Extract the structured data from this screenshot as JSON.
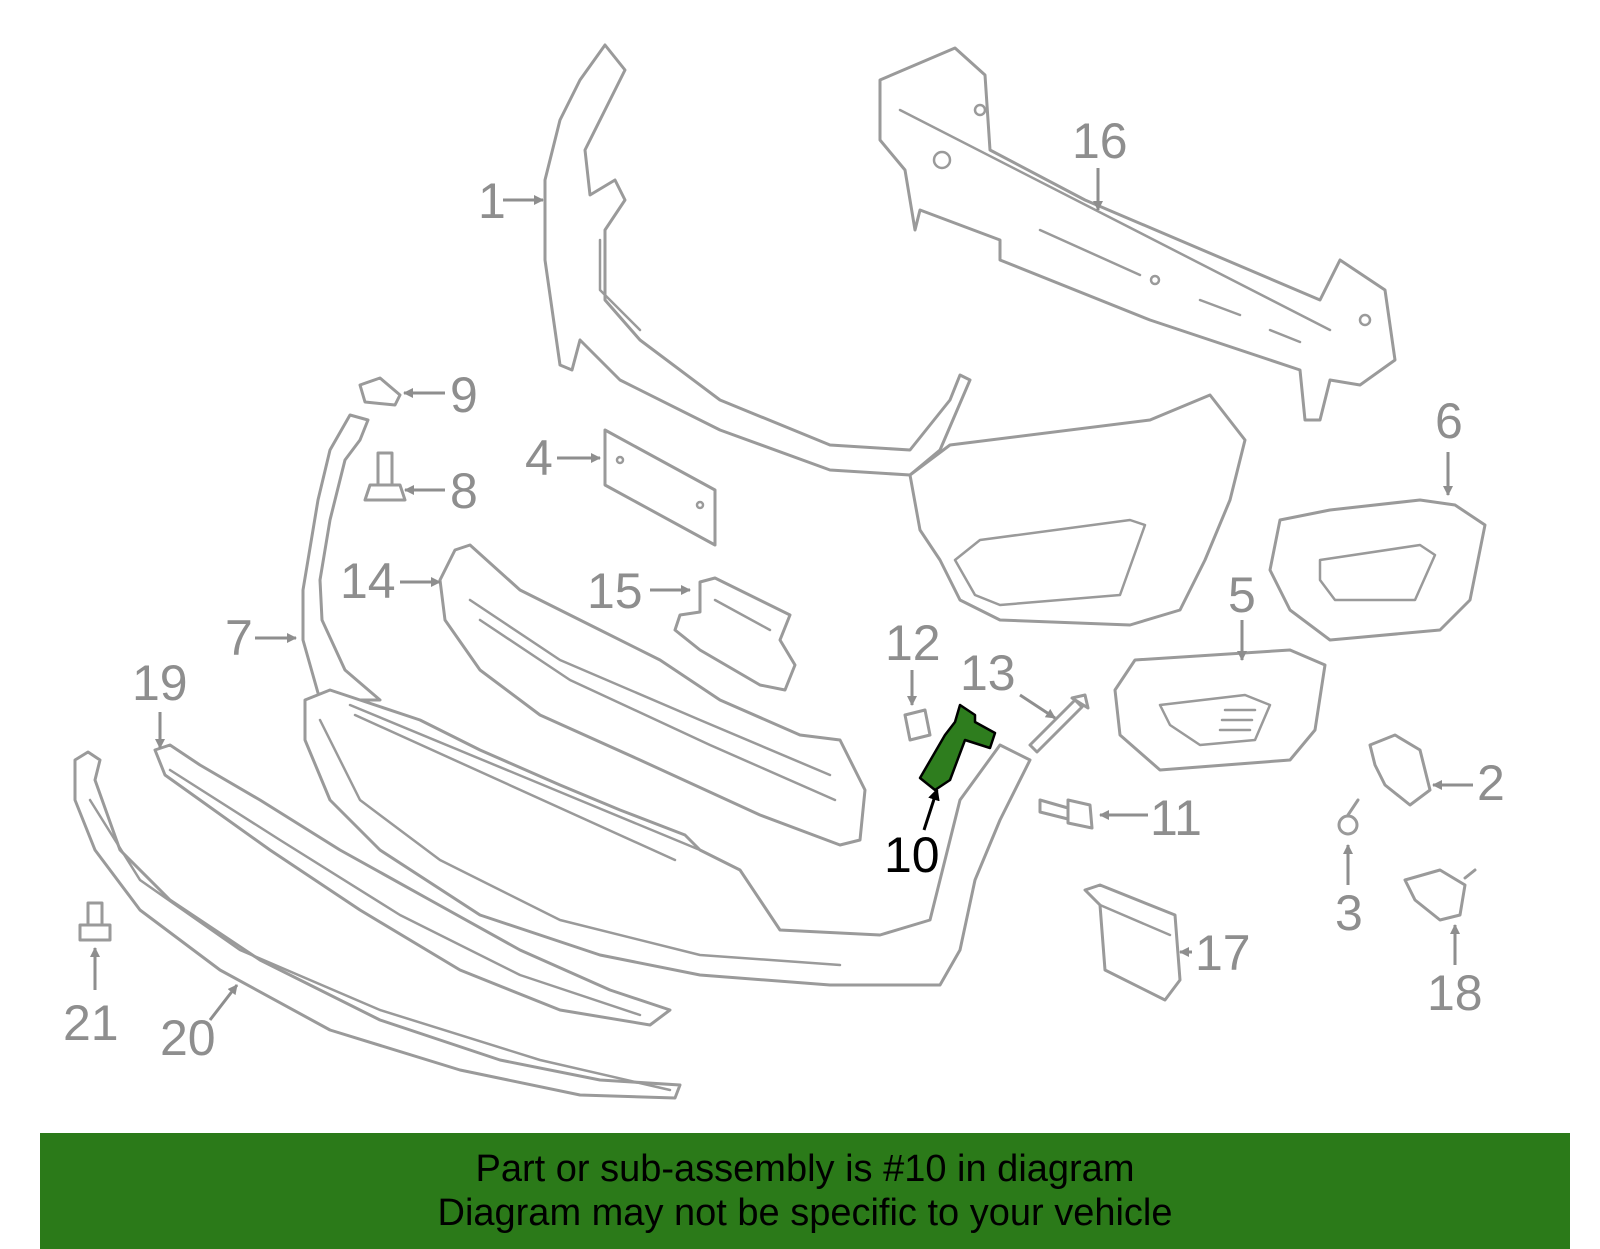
{
  "diagram": {
    "callouts": [
      {
        "id": "1",
        "label": "1"
      },
      {
        "id": "2",
        "label": "2"
      },
      {
        "id": "3",
        "label": "3"
      },
      {
        "id": "4",
        "label": "4"
      },
      {
        "id": "5",
        "label": "5"
      },
      {
        "id": "6",
        "label": "6"
      },
      {
        "id": "7",
        "label": "7"
      },
      {
        "id": "8",
        "label": "8"
      },
      {
        "id": "9",
        "label": "9"
      },
      {
        "id": "10",
        "label": "10",
        "highlighted": true
      },
      {
        "id": "11",
        "label": "11"
      },
      {
        "id": "12",
        "label": "12"
      },
      {
        "id": "13",
        "label": "13"
      },
      {
        "id": "14",
        "label": "14"
      },
      {
        "id": "15",
        "label": "15"
      },
      {
        "id": "16",
        "label": "16"
      },
      {
        "id": "17",
        "label": "17"
      },
      {
        "id": "18",
        "label": "18"
      },
      {
        "id": "19",
        "label": "19"
      },
      {
        "id": "20",
        "label": "20"
      },
      {
        "id": "21",
        "label": "21"
      }
    ],
    "highlight_color": "#2e7d1e",
    "line_color": "#9a9a9a"
  },
  "banner": {
    "line1": "Part or sub-assembly is #10 in diagram",
    "line2": "Diagram may not be specific to your vehicle",
    "background": "#2b7a19"
  }
}
